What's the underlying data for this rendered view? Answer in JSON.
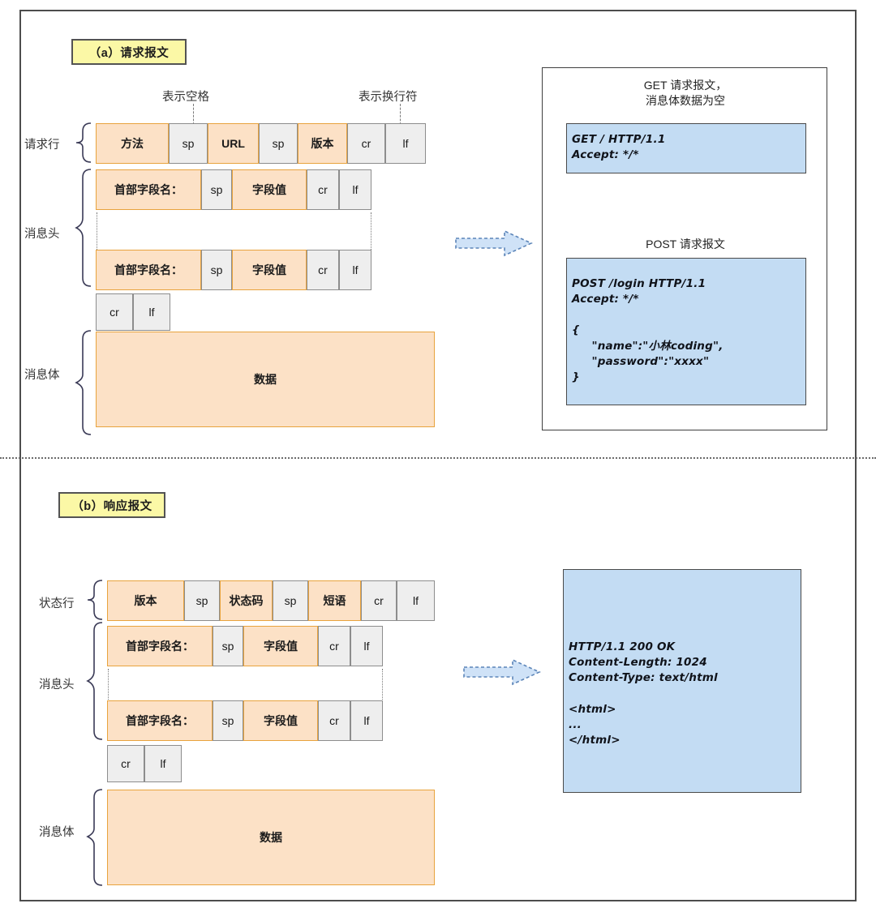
{
  "figure": {
    "sections": [
      {
        "id": "request",
        "badge": "（a）请求报文",
        "callouts": [
          {
            "name": "space-callout",
            "text": "表示空格"
          },
          {
            "name": "crlf-callout",
            "text": "表示换行符"
          }
        ],
        "row_labels": [
          {
            "name": "request-line-label",
            "text": "请求行"
          },
          {
            "name": "message-header-label",
            "text": "消息头"
          },
          {
            "name": "message-body-label",
            "text": "消息体"
          }
        ],
        "start_line": [
          {
            "text": "方法",
            "kind": "orange"
          },
          {
            "text": "sp",
            "kind": "gray"
          },
          {
            "text": "URL",
            "kind": "orange"
          },
          {
            "text": "sp",
            "kind": "gray"
          },
          {
            "text": "版本",
            "kind": "orange"
          },
          {
            "text": "cr",
            "kind": "gray"
          },
          {
            "text": "lf",
            "kind": "gray"
          }
        ],
        "header_line": [
          {
            "text": "首部字段名：",
            "kind": "orange"
          },
          {
            "text": "sp",
            "kind": "gray"
          },
          {
            "text": "字段值",
            "kind": "orange"
          },
          {
            "text": "cr",
            "kind": "gray"
          },
          {
            "text": "lf",
            "kind": "gray"
          }
        ],
        "blank_line": [
          {
            "text": "cr",
            "kind": "gray"
          },
          {
            "text": "lf",
            "kind": "gray"
          }
        ],
        "body": {
          "text": "数据",
          "kind": "orange"
        },
        "examples": [
          {
            "name": "get-example",
            "caption": "GET 请求报文，\n消息体数据为空",
            "code": "GET / HTTP/1.1\nAccept: */*"
          },
          {
            "name": "post-example",
            "caption": "POST 请求报文",
            "code": "POST /login HTTP/1.1\nAccept: */*\n\n{\n     \"name\":\"小林coding\",\n     \"password\":\"xxxx\"\n}"
          }
        ]
      },
      {
        "id": "response",
        "badge": "（b）响应报文",
        "callouts": [],
        "row_labels": [
          {
            "name": "status-line-label",
            "text": "状态行"
          },
          {
            "name": "message-header-label",
            "text": "消息头"
          },
          {
            "name": "message-body-label",
            "text": "消息体"
          }
        ],
        "start_line": [
          {
            "text": "版本",
            "kind": "orange"
          },
          {
            "text": "sp",
            "kind": "gray"
          },
          {
            "text": "状态码",
            "kind": "orange"
          },
          {
            "text": "sp",
            "kind": "gray"
          },
          {
            "text": "短语",
            "kind": "orange"
          },
          {
            "text": "cr",
            "kind": "gray"
          },
          {
            "text": "lf",
            "kind": "gray"
          }
        ],
        "header_line": [
          {
            "text": "首部字段名：",
            "kind": "orange"
          },
          {
            "text": "sp",
            "kind": "gray"
          },
          {
            "text": "字段值",
            "kind": "orange"
          },
          {
            "text": "cr",
            "kind": "gray"
          },
          {
            "text": "lf",
            "kind": "gray"
          }
        ],
        "blank_line": [
          {
            "text": "cr",
            "kind": "gray"
          },
          {
            "text": "lf",
            "kind": "gray"
          }
        ],
        "body": {
          "text": "数据",
          "kind": "orange"
        },
        "examples": [
          {
            "name": "response-example",
            "caption": "",
            "code": "HTTP/1.1 200 OK\nContent-Length: 1024\nContent-Type: text/html\n\n<html>\n...\n</html>"
          }
        ]
      }
    ],
    "colors": {
      "orange_fill": "#fce1c6",
      "orange_border": "#e8a33d",
      "gray_fill": "#eeeeee",
      "gray_border": "#8d8d8d",
      "code_fill": "#c3dcf3",
      "badge_fill": "#fbf8a6",
      "arrow_fill": "#cfe2f7",
      "frame_border": "#4d4d4d"
    },
    "icons": {
      "arrow": "block-arrow-right-icon"
    }
  }
}
